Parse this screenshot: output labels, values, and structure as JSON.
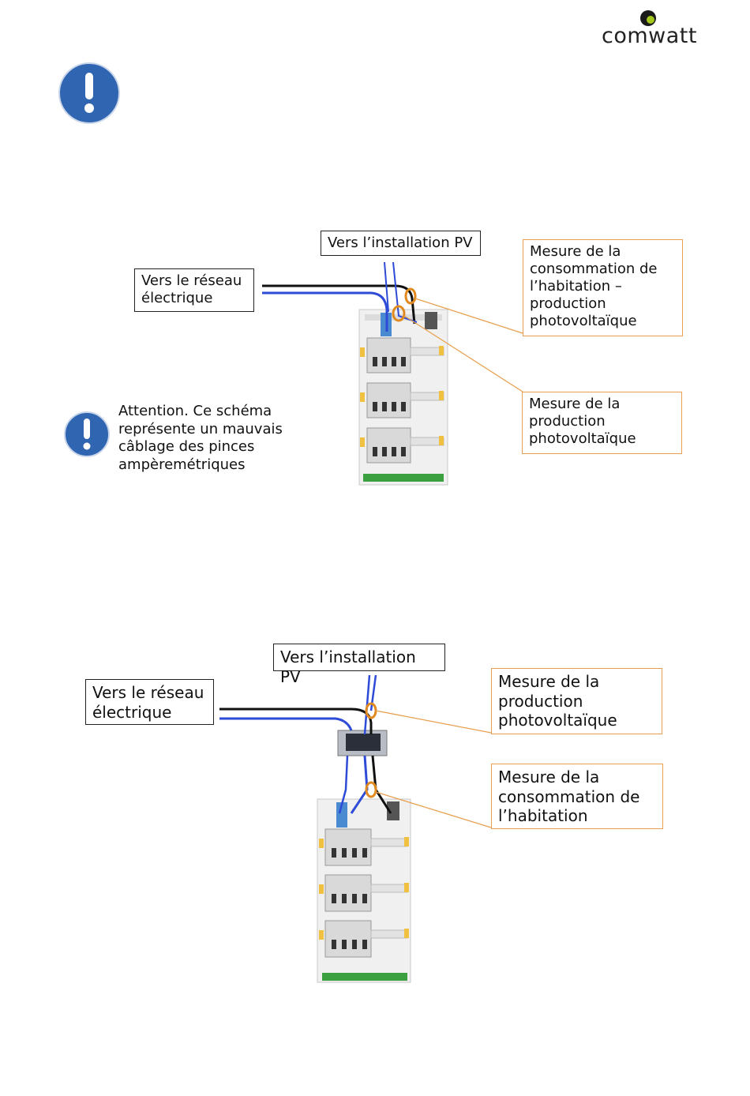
{
  "header": {
    "logo_text": "comwatt",
    "logo_accent": "#a5c81e"
  },
  "icons": {
    "warning_color": "#2f65b1"
  },
  "diagram_wrong": {
    "to_pv": "Vers l’installation PV",
    "to_grid": [
      "Vers le réseau",
      "électrique"
    ],
    "measure_consumption": [
      "Mesure de la",
      "consommation de",
      "l’habitation –",
      "production",
      "photovoltaïque"
    ],
    "measure_production": [
      "Mesure de la",
      "production",
      "photovoltaïque"
    ],
    "warning_text": [
      "Attention. Ce schéma",
      "représente un mauvais",
      "câblage des pinces",
      "ampèremétriques"
    ]
  },
  "diagram_right": {
    "to_pv": "Vers l’installation PV",
    "to_grid": [
      "Vers le réseau",
      "électrique"
    ],
    "measure_production": [
      "Mesure de la",
      "production",
      "photovoltaïque"
    ],
    "measure_consumption": [
      "Mesure de la",
      "consommation de",
      "l’habitation"
    ]
  }
}
